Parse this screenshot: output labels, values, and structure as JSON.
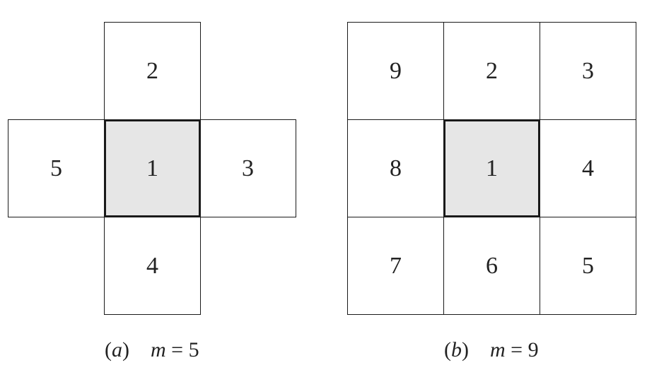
{
  "diagram_a": {
    "cells": {
      "top": "2",
      "left": "5",
      "center": "1",
      "right": "3",
      "bottom": "4"
    },
    "caption_letter": "a",
    "caption_var": "m",
    "caption_eq": " = ",
    "caption_value": "5"
  },
  "diagram_b": {
    "cells": {
      "top_left": "9",
      "top_center": "2",
      "top_right": "3",
      "middle_left": "8",
      "center": "1",
      "middle_right": "4",
      "bottom_left": "7",
      "bottom_center": "6",
      "bottom_right": "5"
    },
    "caption_letter": "b",
    "caption_var": "m",
    "caption_eq": " = ",
    "caption_value": "9"
  },
  "colors": {
    "center_fill": "#e6e6e6",
    "border": "#1a1a1a",
    "text": "#222222"
  }
}
